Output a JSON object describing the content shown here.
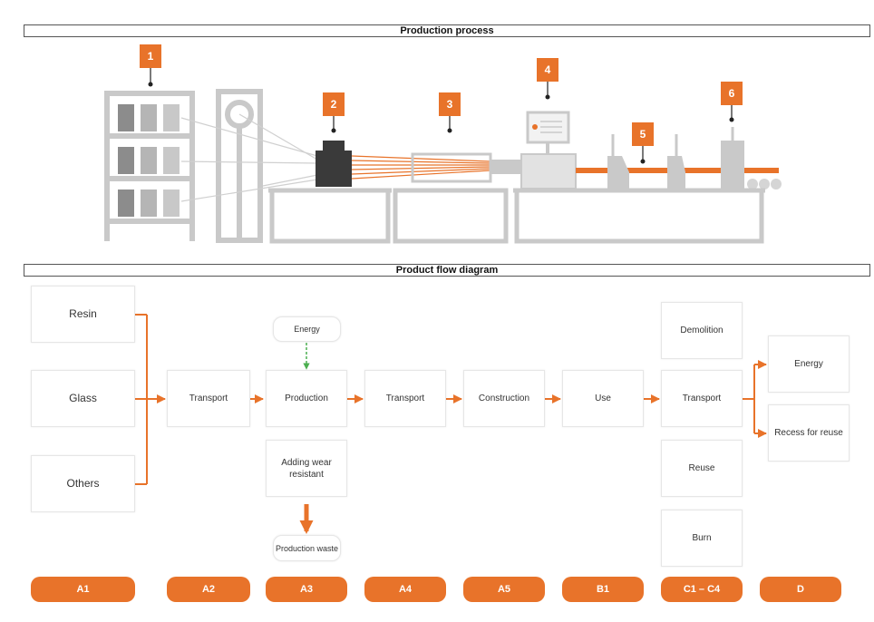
{
  "titles": {
    "process": "Production process",
    "flow": "Product flow diagram"
  },
  "markers": [
    "1",
    "2",
    "3",
    "4",
    "5",
    "6"
  ],
  "flow": {
    "inputs": [
      "Resin",
      "Glass",
      "Others"
    ],
    "main": [
      "Transport",
      "Production",
      "Transport",
      "Construction",
      "Use",
      "Transport"
    ],
    "energy_in": "Energy",
    "adding": "Adding wear resistant",
    "waste": "Production waste",
    "end_of_life": [
      "Demolition",
      "Reuse",
      "Burn"
    ],
    "outputs": [
      "Energy",
      "Recess for reuse"
    ]
  },
  "stages": [
    "A1",
    "A2",
    "A3",
    "A4",
    "A5",
    "B1",
    "C1 – C4",
    "D"
  ],
  "colors": {
    "accent": "#e8732a",
    "energy_arrow": "#4caf50",
    "machine": "#c9c9c9",
    "dark": "#3a3a3a"
  }
}
